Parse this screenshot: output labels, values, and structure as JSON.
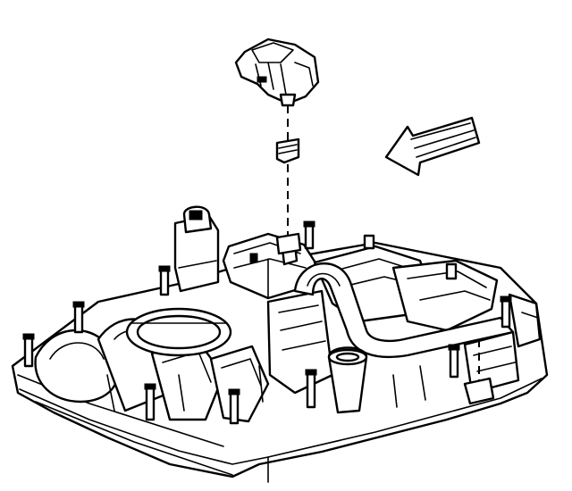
{
  "figure": {
    "parts": [
      {
        "id": "sensor",
        "icon": "map-sensor-icon"
      },
      {
        "id": "grommet",
        "icon": "seal-grommet-icon"
      },
      {
        "id": "manifold",
        "icon": "intake-manifold-icon"
      },
      {
        "id": "arrow",
        "icon": "direction-arrow-icon"
      }
    ],
    "colors": {
      "ink": "#000000",
      "paper": "#ffffff"
    }
  }
}
